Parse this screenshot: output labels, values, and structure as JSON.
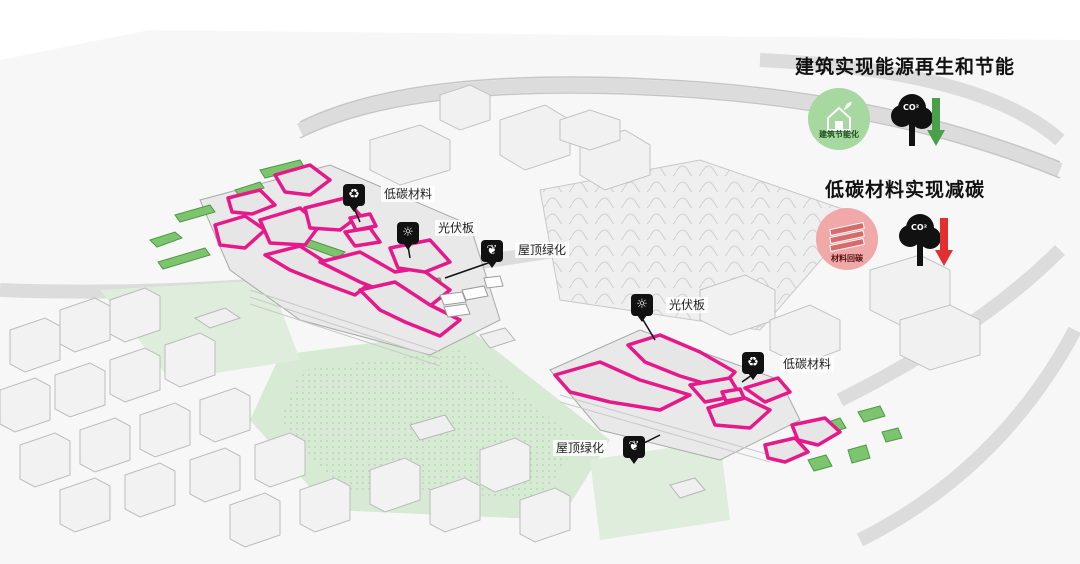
{
  "legend": {
    "renewable": {
      "title": "建筑实现能源再生和节能",
      "badge_caption": "建筑节能化",
      "badge_color": "#a6d8a0",
      "co2_label": "CO²",
      "arrow_color": "#4aa04a"
    },
    "low_carbon": {
      "title": "低碳材料实现减碳",
      "badge_caption": "材料回碳",
      "badge_color": "#f0a8a8",
      "co2_label": "CO²",
      "arrow_color": "#e03030"
    }
  },
  "callouts": {
    "west_materials": {
      "label": "低碳材料",
      "icon": "recycle-leaf-icon"
    },
    "west_pv": {
      "label": "光伏板",
      "icon": "solar-panel-icon"
    },
    "west_roof": {
      "label": "屋顶绿化",
      "icon": "sprout-icon"
    },
    "east_pv": {
      "label": "光伏板",
      "icon": "solar-panel-icon"
    },
    "east_materials": {
      "label": "低碳材料",
      "icon": "recycle-leaf-icon"
    },
    "east_roof": {
      "label": "屋顶绿化",
      "icon": "sprout-icon"
    }
  },
  "colors": {
    "highlight": "#e6198a",
    "green_roof": "#7cc56e",
    "massing": "#efefef",
    "massing_edge": "#bdbdbd",
    "park": "#d6ead4"
  }
}
